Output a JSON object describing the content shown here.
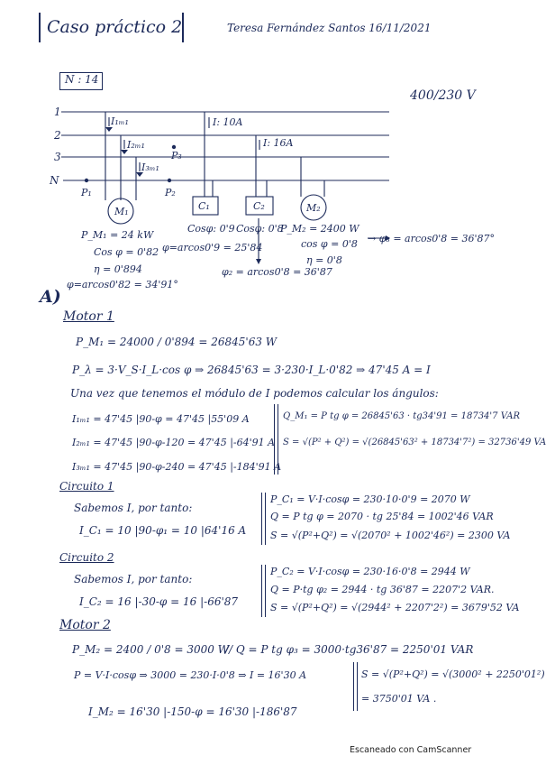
{
  "header": {
    "title": "Caso práctico 2",
    "author_date": "Teresa Fernández Santos   16/11/2021"
  },
  "diagram": {
    "n_label": "N : 14",
    "voltage": "400/230  V",
    "lines": [
      "1",
      "2",
      "3",
      "N"
    ],
    "points": [
      "P₁",
      "P₂",
      "P₃"
    ],
    "currents": [
      "I₁ₘ₁",
      "I₂ₘ₁",
      "I₃ₘ₁",
      "I: 10A",
      "I: 16A"
    ],
    "loads": [
      "M₁",
      "C₁",
      "C₂",
      "M₂"
    ],
    "m1": {
      "p": "P_M₁ = 24 kW",
      "cos": "Cos φ = 0'82",
      "eta": "η = 0'894",
      "phi": "φ=arcos0'82 = 34'91°"
    },
    "c1": {
      "cos": "Cosφ: 0'9",
      "phi": "φ=arcos0'9 = 25'84"
    },
    "c2": {
      "cos": "Cosφ: 0'8",
      "phi": "φ₂ = arcos0'8 = 36'87"
    },
    "m2": {
      "p": "P_M₂ = 2400 W",
      "cos": "cos φ = 0'8",
      "phi": "→  φ₃ = arcos0'8 = 36'87°",
      "eta": "η = 0'8"
    }
  },
  "section_a": {
    "label": "A)",
    "motor1": {
      "heading": "Motor 1",
      "line1": "P_M₁ = 24000 / 0'894 = 26845'63 W",
      "line2": "P_λ = 3·V_S·I_L·cos φ  ⇒  26845'63 = 3·230·I_L·0'82 ⇒ 47'45 A = I",
      "line3": "Una vez que tenemos el módulo de I podemos calcular los ángulos:",
      "i1": "I₁ₘ₁ = 47'45 |90-φ = 47'45 |55'09  A",
      "i2": "I₂ₘ₁ = 47'45 |90-φ-120 = 47'45 |-64'91  A",
      "i3": "I₃ₘ₁ = 47'45 |90-φ-240 = 47'45 |-184'91  A",
      "q": "Q_M₁ = P tg φ = 26845'63 · tg34'91 = 18734'7 VAR",
      "s": "S = √(P² + Q²) = √(26845'63² + 18734'7²) = 32736'49 VA"
    },
    "circuit1": {
      "heading": "Circuito 1",
      "line1": "Sabemos I, por tanto:",
      "ic": "I_C₁ = 10 |90-φ₁ = 10 |64'16  A",
      "p": "P_C₁ = V·I·cosφ = 230·10·0'9 = 2070 W",
      "q": "Q = P tg φ = 2070 · tg 25'84 = 1002'46 VAR",
      "s": "S = √(P²+Q²) = √(2070² + 1002'46²) = 2300 VA"
    },
    "circuit2": {
      "heading": "Circuito 2",
      "line1": "Sabemos I, por tanto:",
      "ic": "I_C₂ = 16 |-30-φ = 16 |-66'87",
      "p": "P_C₂ = V·I·cosφ = 230·16·0'8 = 2944 W",
      "q": "Q = P·tg φ₂ = 2944 · tg 36'87 = 2207'2 VAR.",
      "s": "S = √(P²+Q²) = √(2944² + 2207'2²) = 3679'52 VA"
    },
    "motor2": {
      "heading": "Motor 2",
      "line1": "P_M₂ = 2400 / 0'8 = 3000 W",
      "q": "// Q = P tg φ₃ = 3000·tg36'87 = 2250'01 VAR",
      "p": "P = V·I·cosφ ⇒ 3000 = 230·I·0'8 ⇒ I = 16'30 A",
      "s": "S = √(P²+Q²) = √(3000² + 2250'01²)",
      "s2": "= 3750'01 VA .",
      "i": "I_M₂ = 16'30 |-150-φ = 16'30 |-186'87"
    }
  },
  "footer": "Escaneado con CamScanner"
}
